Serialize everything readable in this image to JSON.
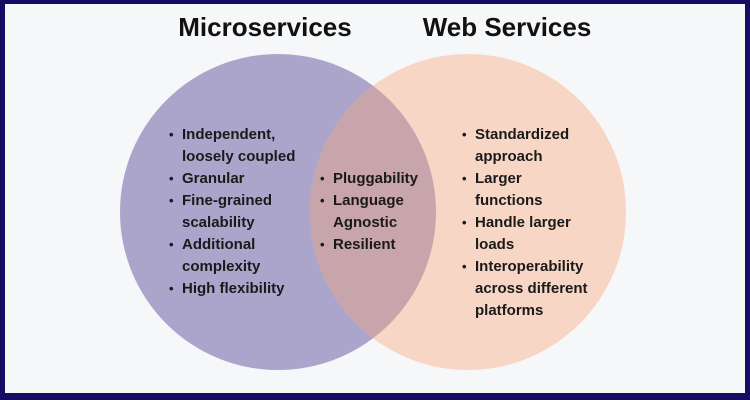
{
  "diagram": {
    "type": "venn",
    "left": {
      "title": "Microservices",
      "items": [
        "Independent,\nloosely coupled",
        "Granular",
        "Fine-grained\nscalability",
        "Additional\ncomplexity",
        "High flexibility"
      ]
    },
    "overlap": {
      "items": [
        "Pluggability",
        "Language\nAgnostic",
        "Resilient"
      ]
    },
    "right": {
      "title": "Web Services",
      "items": [
        "Standardized\napproach",
        "Larger\nfunctions",
        "Handle larger\nloads",
        "Interoperability\nacross different\nplatforms"
      ]
    },
    "colors": {
      "left_circle": "#ABA5CB",
      "right_circle": "#F8D6C5",
      "overlap": "#C8A4AB",
      "background": "#F6F7F9",
      "border": "#150C63",
      "text": "#1A1A1A"
    }
  }
}
